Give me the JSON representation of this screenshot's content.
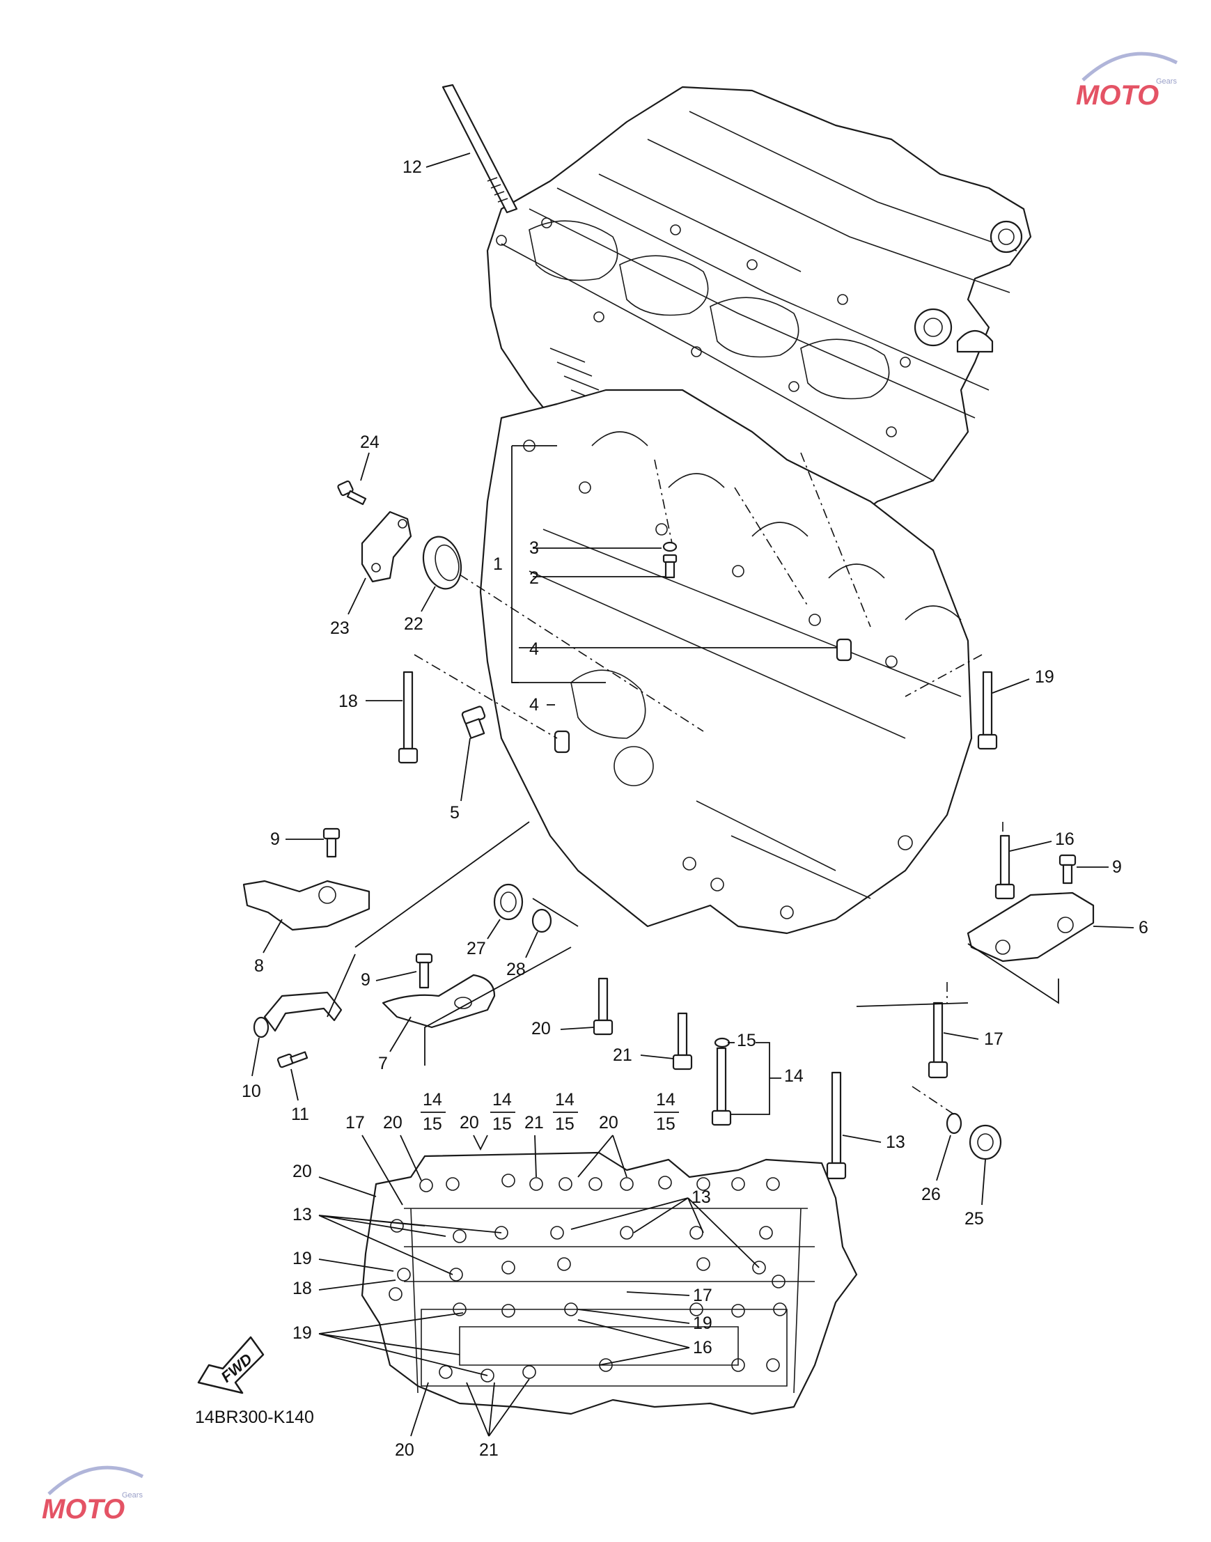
{
  "diagram": {
    "part_code": "14BR300-K140",
    "fwd_label": "FWD",
    "watermark": {
      "brand": "MOTO",
      "sub": "Gears"
    },
    "callouts": {
      "c1": "1",
      "c2": "2",
      "c3": "3",
      "c4a": "4",
      "c4b": "4",
      "c5": "5",
      "c6": "6",
      "c7": "7",
      "c8": "8",
      "c9a": "9",
      "c9b": "9",
      "c9c": "9",
      "c10": "10",
      "c11": "11",
      "c12": "12",
      "c13a": "13",
      "c14a": "14",
      "c15a": "15",
      "c16a": "16",
      "c17a": "17",
      "c18a": "18",
      "c19a": "19",
      "c20a": "20",
      "c21a": "21",
      "c22": "22",
      "c23": "23",
      "c24": "24",
      "c25": "25",
      "c26": "26",
      "c27": "27",
      "c28": "28",
      "b14a": "14",
      "b15a": "15",
      "b14b": "14",
      "b15b": "15",
      "b14c": "14",
      "b15c": "15",
      "b14d": "14",
      "b15d": "15",
      "b17": "17",
      "b20a": "20",
      "b20b": "20",
      "b21": "21",
      "b20c": "20",
      "b20d": "20",
      "b13l": "13",
      "b13r": "13",
      "b19l": "19",
      "b18l": "18",
      "b17r": "17",
      "b19r": "19",
      "b19m": "19",
      "b16r": "16",
      "b20e": "20",
      "b21e": "21"
    }
  }
}
